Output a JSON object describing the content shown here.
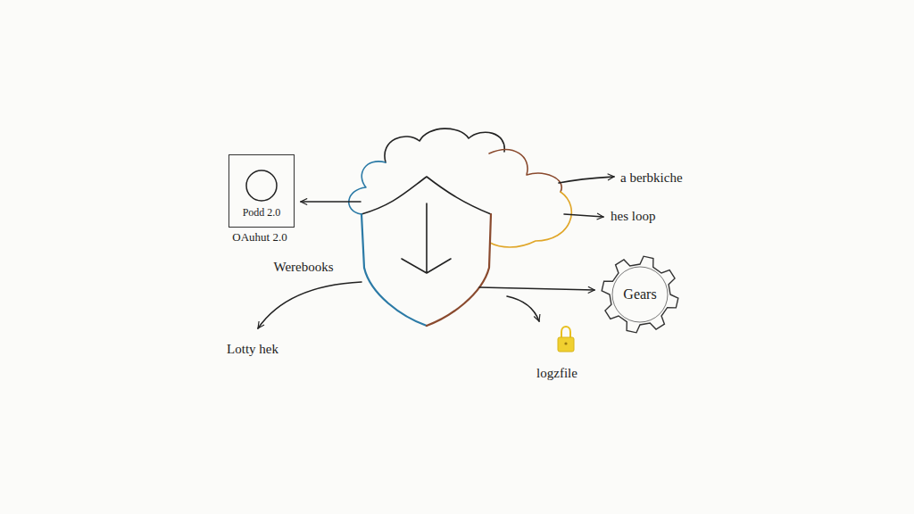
{
  "diagram": {
    "nodes": [
      {
        "text": [
          "Podd 2.0",
          "OAuhut 2.0"
        ]
      },
      {
        "text": [
          "Gears"
        ]
      }
    ],
    "labels": [
      "a berbkiche",
      "hes loop",
      "Werebooks",
      "Lotty hek",
      "logzfile"
    ]
  }
}
